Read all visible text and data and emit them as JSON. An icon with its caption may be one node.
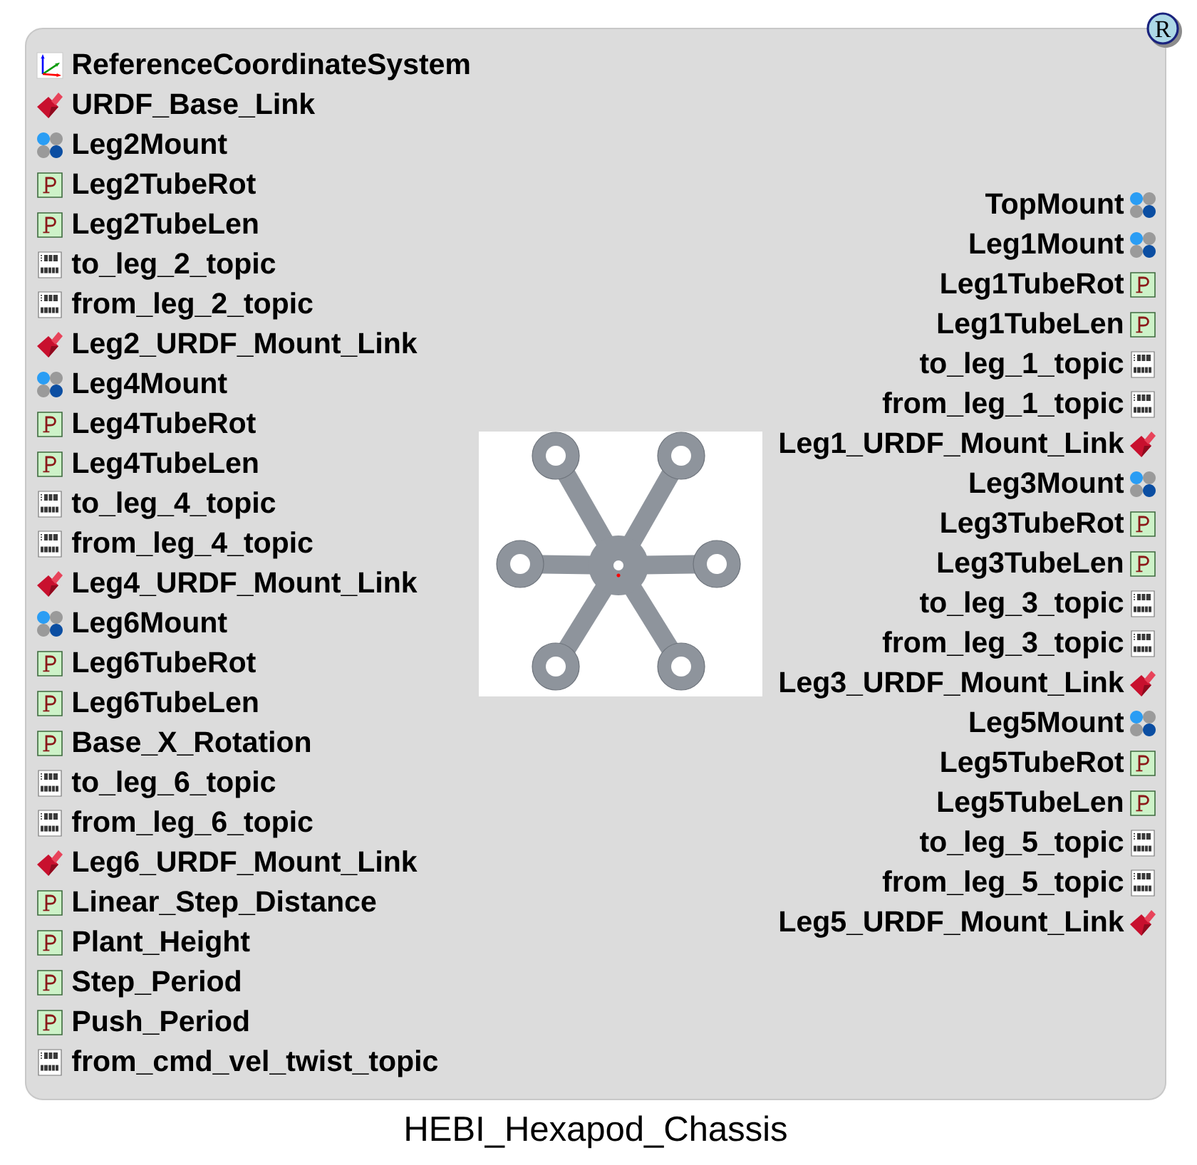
{
  "diagram": {
    "nodes": [
      {
        "text": [
          "HEBI_Hexapod_Chassis"
        ]
      }
    ],
    "labels": [
      "R",
      "ReferenceCoordinateSystem",
      "URDF_Base_Link",
      "Leg2Mount",
      "Leg2TubeRot",
      "Leg2TubeLen",
      "to_leg_2_topic",
      "from_leg_2_topic",
      "Leg2_URDF_Mount_Link",
      "Leg4Mount",
      "Leg4TubeRot",
      "Leg4TubeLen",
      "to_leg_4_topic",
      "from_leg_4_topic",
      "Leg4_URDF_Mount_Link",
      "Leg6Mount",
      "Leg6TubeRot",
      "Leg6TubeLen",
      "Base_X_Rotation",
      "to_leg_6_topic",
      "from_leg_6_topic",
      "Leg6_URDF_Mount_Link",
      "Linear_Step_Distance",
      "Plant_Height",
      "Step_Period",
      "Push_Period",
      "from_cmd_vel_twist_topic",
      "TopMount",
      "Leg1Mount",
      "Leg1TubeRot",
      "Leg1TubeLen",
      "to_leg_1_topic",
      "from_leg_1_topic",
      "Leg1_URDF_Mount_Link",
      "Leg3Mount",
      "Leg3TubeRot",
      "Leg3TubeLen",
      "to_leg_3_topic",
      "from_leg_3_topic",
      "Leg3_URDF_Mount_Link",
      "Leg5Mount",
      "Leg5TubeRot",
      "Leg5TubeLen",
      "to_leg_5_topic",
      "from_leg_5_topic",
      "Leg5_URDF_Mount_Link"
    ]
  }
}
